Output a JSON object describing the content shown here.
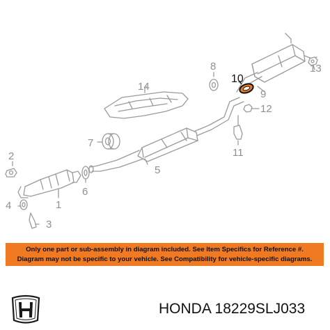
{
  "callouts": {
    "c1": "1",
    "c2": "2",
    "c3": "3",
    "c4": "4",
    "c5": "5",
    "c6": "6",
    "c7": "7",
    "c8": "8",
    "c9": "9",
    "c10": "10",
    "c11": "11",
    "c12": "12",
    "c13": "13",
    "c14": "14"
  },
  "highlighted_part": "10",
  "notice": {
    "line1": "Only one part or sub-assembly in diagram included. See Item Specifics for Reference #.",
    "line2": "Diagram may not be specific to your vehicle. See Compatibility for vehicle-specific diagrams."
  },
  "footer": {
    "brand": "HONDA",
    "part_number": "18229SLJ033",
    "logo_icon": "honda-h-logo-icon"
  },
  "colors": {
    "line_art": "#9a9a9a",
    "highlight": "#f07a22",
    "notice_bg": "#f07a22"
  }
}
